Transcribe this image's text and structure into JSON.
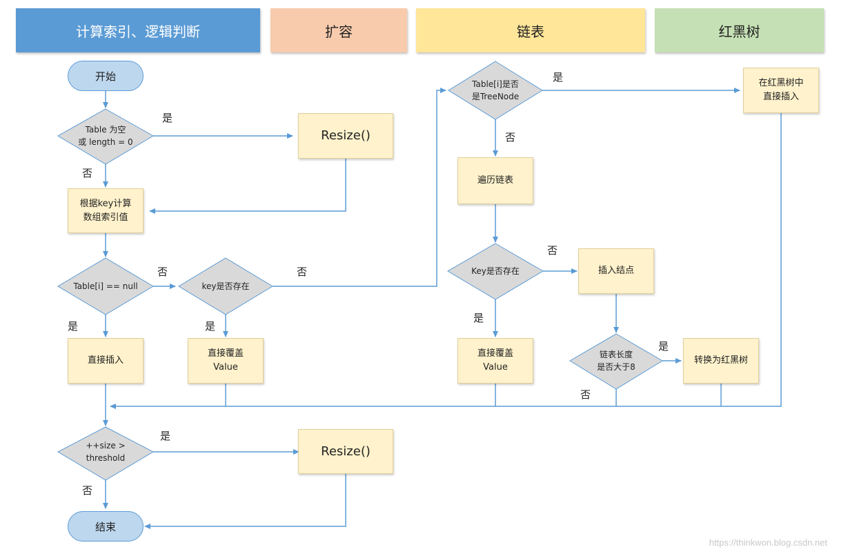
{
  "headers": {
    "index": "计算索引、逻辑判断",
    "resize": "扩容",
    "linked_list": "链表",
    "red_black_tree": "红黑树"
  },
  "nodes": {
    "start": "开始",
    "table_empty": "Table 为空\n或 length = 0",
    "resize_1": "Resize()",
    "compute_index": "根据key计算\n数组索引值",
    "table_i_null": "Table[i] == null",
    "key_exists_1": "key是否存在",
    "direct_insert": "直接插入",
    "direct_cover_1": "直接覆盖\nValue",
    "is_treenode": "Table[i]是否\n是TreeNode",
    "tree_insert": "在红黑树中\n直接插入",
    "traverse_list": "遍历链表",
    "key_exists_2": "Key是否存在",
    "insert_node": "插入结点",
    "direct_cover_2": "直接覆盖\nValue",
    "list_length": "链表长度\n是否大于8",
    "to_rbtree": "转换为红黑树",
    "size_check": "++size >\nthreshold",
    "resize_2": "Resize()",
    "end": "结束"
  },
  "edge_labels": {
    "yes": "是",
    "no": "否"
  },
  "watermark": "https://thinkwon.blog.csdn.net",
  "colors": {
    "header_index": "#5b9bd5",
    "header_resize": "#f8cbad",
    "header_list": "#ffe699",
    "header_tree": "#c5e0b4",
    "process_fill": "#fff2cc",
    "decision_fill": "#d9d9d9",
    "terminal_fill": "#bdd7ee",
    "connector": "#5b9bd5"
  }
}
